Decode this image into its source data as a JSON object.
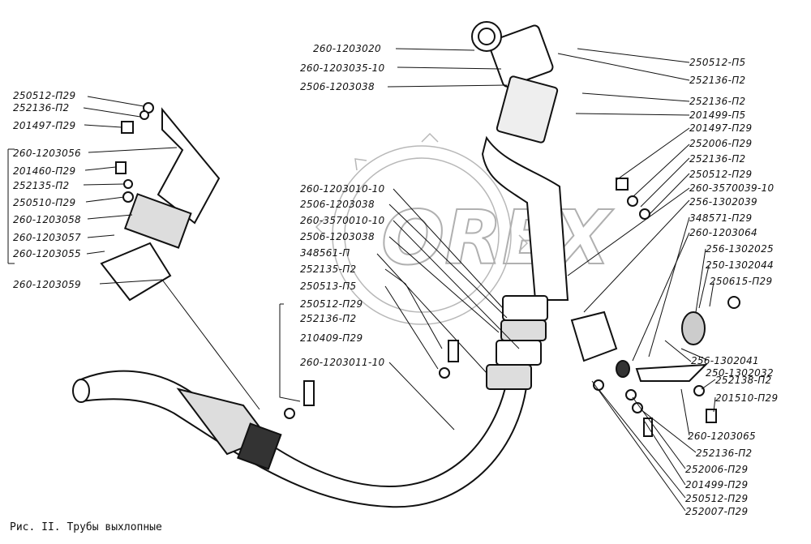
{
  "caption": "Рис. II. Трубы выхлопные",
  "watermark": "OREX",
  "labels": {
    "l_250512_p29": "250512-П29",
    "l_252136_p2_a": "252136-П2",
    "l_201497_p29_a": "201497-П29",
    "l_260_1203056": "260-1203056",
    "l_201460_p29": "201460-П29",
    "l_252135_p2_a": "252135-П2",
    "l_250510_p29": "250510-П29",
    "l_260_1203058": "260-1203058",
    "l_260_1203057": "260-1203057",
    "l_260_1203055": "260-1203055",
    "l_260_1203059": "260-1203059",
    "t_260_1203020": "260-1203020",
    "t_260_1203035_10": "260-1203035-10",
    "t_2506_1203038_a": "2506-1203038",
    "m_260_1203010_10": "260-1203010-10",
    "m_2506_1203038_b": "2506-1203038",
    "m_260_3570010_10": "260-3570010-10",
    "m_2506_1203038_c": "2506-1203038",
    "m_348561_p": "348561-П",
    "m_252135_p2": "252135-П2",
    "m_250513_p5": "250513-П5",
    "m_250512_p29": "250512-П29",
    "m_252136_p2": "252136-П2",
    "m_210409_p29": "210409-П29",
    "m_260_1203011_10": "260-1203011-10",
    "r_250512_p5": "250512-П5",
    "r_252136_p2_a": "252136-П2",
    "r_252136_p2_b": "252136-П2",
    "r_201499_p5": "201499-П5",
    "r_201497_p29": "201497-П29",
    "r_252006_p29": "252006-П29",
    "r_252136_p2_c": "252136-П2",
    "r_250512_p29": "250512-П29",
    "r_260_3570039_10": "260-3570039-10",
    "r_256_1302039": "256-1302039",
    "r_348571_p29": "348571-П29",
    "r_260_1203064": "260-1203064",
    "r_256_1302025": "256-1302025",
    "r_250_1302044": "250-1302044",
    "r_250615_p29": "250615-П29",
    "r_256_1302041": "256-1302041",
    "r_250_1302032": "250-1302032",
    "r_252138_p2": "252138-П2",
    "r_201510_p29": "201510-П29",
    "b_260_1203065": "260-1203065",
    "b_252136_p2": "252136-П2",
    "b_252006_p29": "252006-П29",
    "b_201499_p29": "201499-П29",
    "b_250512_p29": "250512-П29",
    "b_252007_p29": "252007-П29"
  }
}
